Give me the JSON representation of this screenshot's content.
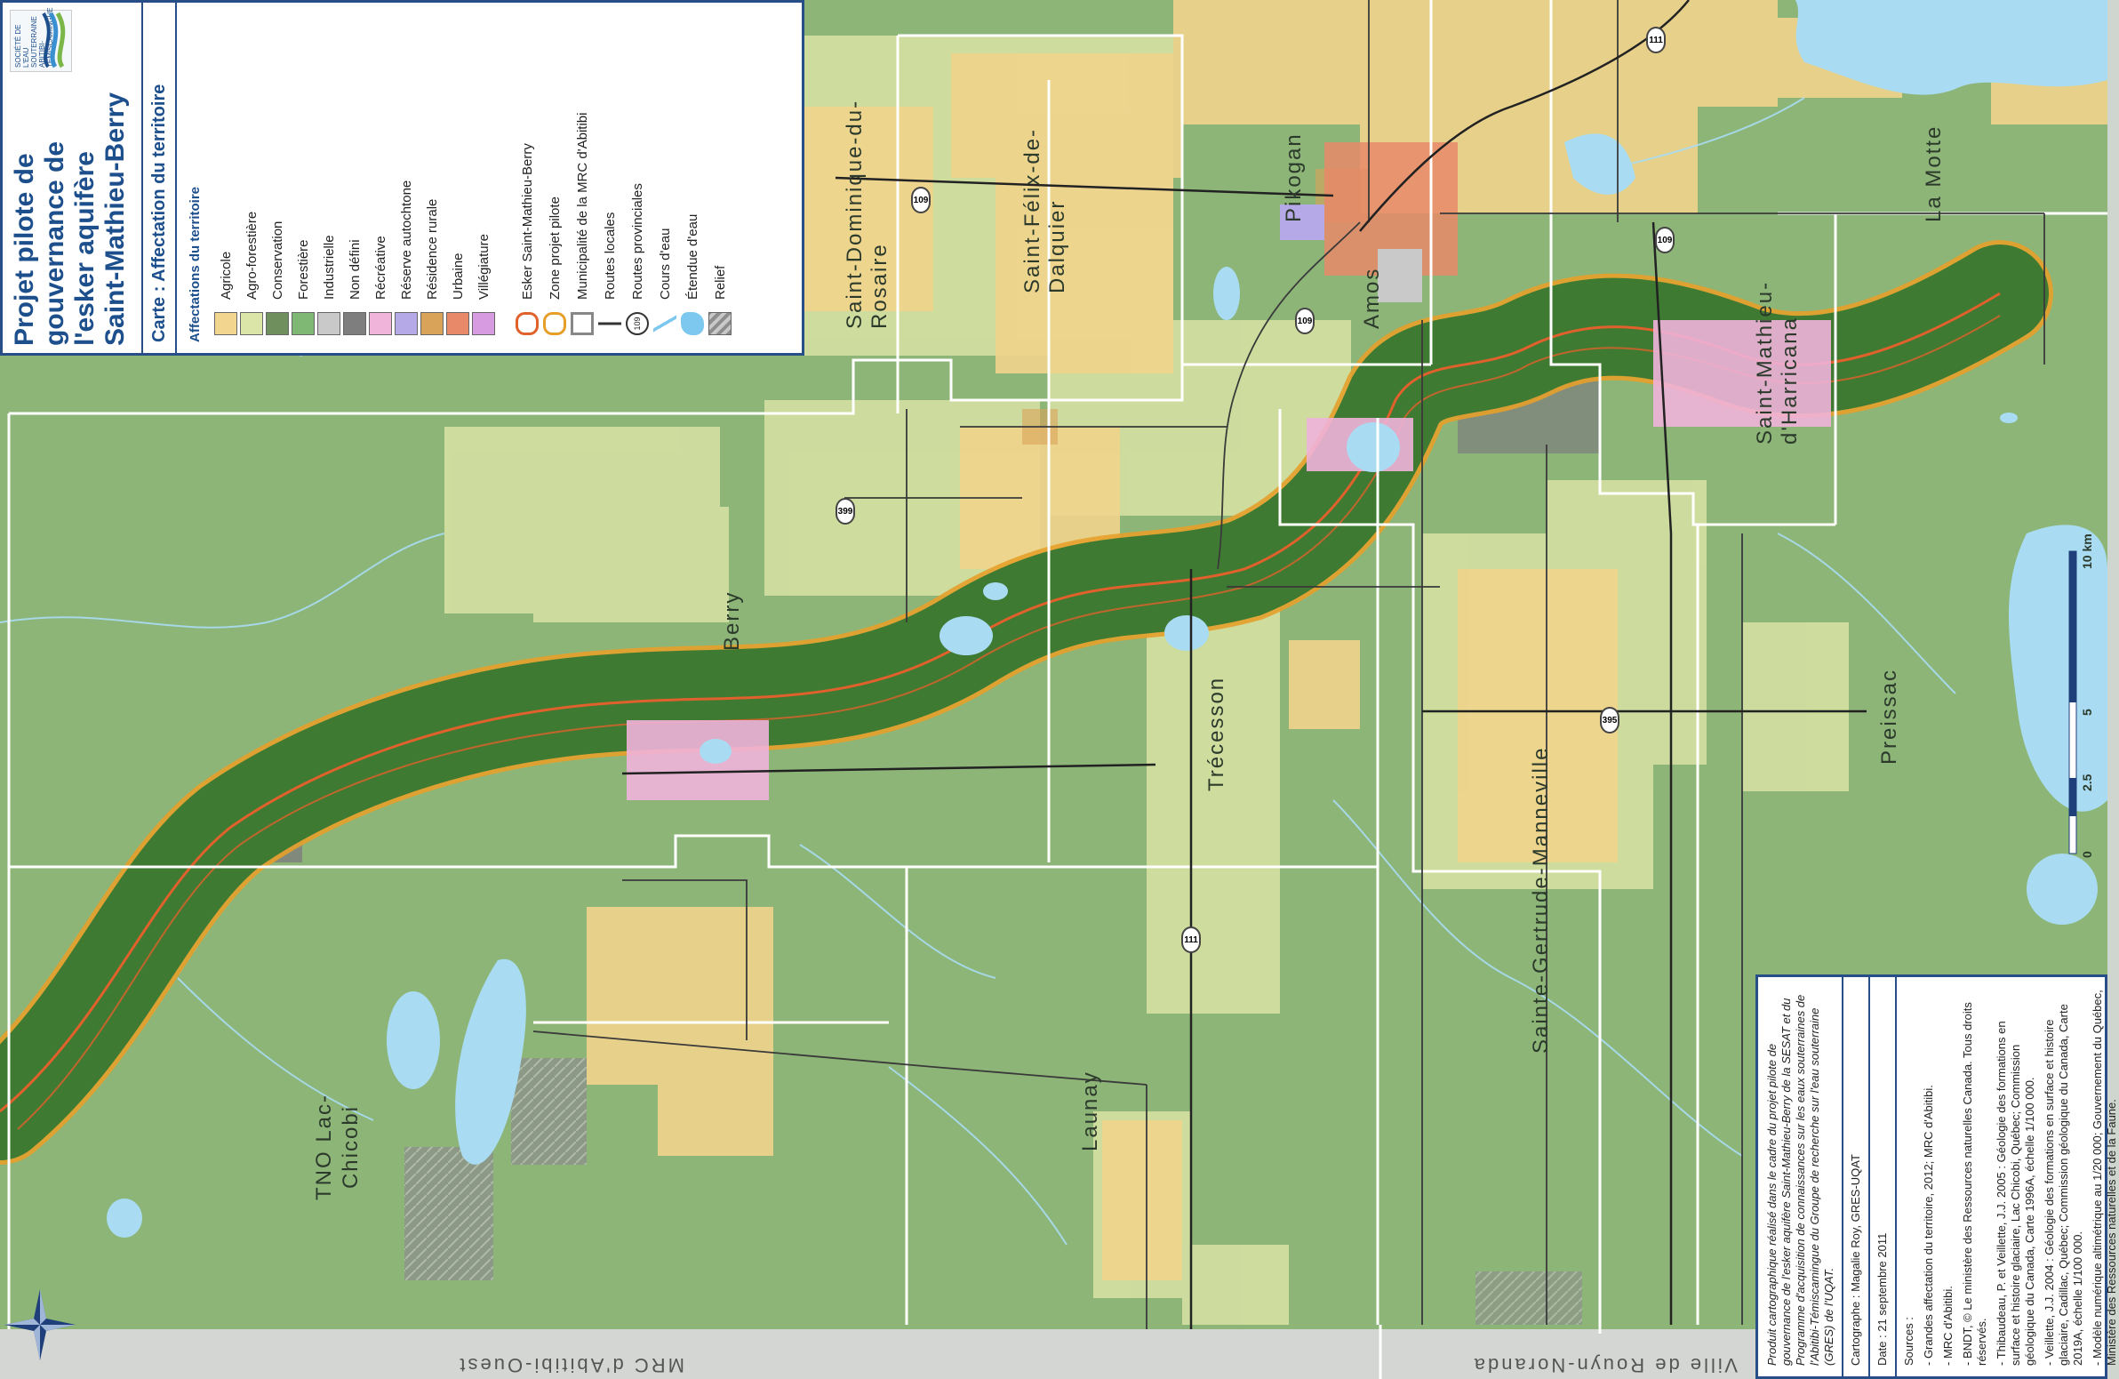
{
  "map": {
    "title": "Projet pilote de gouvernance de l'esker aquifère Saint-Mathieu-Berry",
    "subtitle": "Carte : Affectation du territoire",
    "logo_text": "SOCIÉTÉ DE L'EAU SOUTERRAINE ABITIBI-TÉMISCAMINGUE",
    "legend": {
      "section_title": "Affectations du territoire",
      "land_use": [
        {
          "label": "Agricole",
          "color": "#f2d58e"
        },
        {
          "label": "Agro-forestière",
          "color": "#dbe5a7"
        },
        {
          "label": "Conservation",
          "color": "#6f8f5c"
        },
        {
          "label": "Forestière",
          "color": "#7fb874"
        },
        {
          "label": "Industrielle",
          "color": "#c9c9c9"
        },
        {
          "label": "Non défini",
          "color": "#7e7e7e"
        },
        {
          "label": "Récréative",
          "color": "#f0b3d9"
        },
        {
          "label": "Réserve autochtone",
          "color": "#b6a9e8"
        },
        {
          "label": "Résidence rurale",
          "color": "#d9a35a"
        },
        {
          "label": "Urbaine",
          "color": "#e88969"
        },
        {
          "label": "Villégiature",
          "color": "#d69be0"
        }
      ],
      "features": [
        {
          "label": "Esker Saint-Mathieu-Berry",
          "symbol": "esker-outline"
        },
        {
          "label": "Zone projet pilote",
          "symbol": "zone-outline"
        },
        {
          "label": "Municipalité de la MRC d'Abitibi",
          "symbol": "municipality-outline"
        },
        {
          "label": "Routes locales",
          "symbol": "local-road-line"
        },
        {
          "label": "Routes provinciales",
          "symbol": "provincial-road-shield",
          "shield": "109"
        },
        {
          "label": "Cours d'eau",
          "symbol": "stream-line"
        },
        {
          "label": "Étendue d'eau",
          "symbol": "lake-fill"
        },
        {
          "label": "Relief",
          "symbol": "relief-fill"
        }
      ]
    },
    "place_names": [
      "Saint-Dominique-du-Rosaire",
      "Saint-Félix-de-Dalquier",
      "Pikogan",
      "Amos",
      "Saint-Mathieu-d'Harricana",
      "La Motte",
      "Berry",
      "Trécesson",
      "Sainte-Gertrude-Manneville",
      "Preissac",
      "TNO Lac-Chicobi",
      "Launay"
    ],
    "region_names": [
      "MRC d'Abitibi-Ouest",
      "Ville de Rouyn-Noranda"
    ],
    "route_numbers": [
      "111",
      "109",
      "109",
      "399",
      "395",
      "109",
      "111"
    ],
    "scale": {
      "labels": [
        "0",
        "2.5",
        "5",
        "10 km"
      ]
    },
    "colors": {
      "forest": "#8db578",
      "esker": "#3f7a32",
      "esker_outline": "#e6a02a",
      "water": "#a9dcf2",
      "border": "#274e86"
    },
    "sources": {
      "credit": "Produit cartographique réalisé dans le cadre du projet pilote de gouvernance de l'esker aquifère Saint-Mathieu-Berry de la SESAT et du Programme d'acquisition de connaissances sur les eaux souterraines de l'Abitibi-Témiscamingue du Groupe de recherche sur l'eau souterraine (GRES) de l'UQAT.",
      "cartography": "Cartographe : Magalie Roy, GRES-UQAT",
      "date": "Date : 21 septembre 2011",
      "title": "Sources :",
      "items": [
        "- Grandes affectation du territoire, 2012; MRC d'Abitibi.",
        "- MRC d'Abitibi.",
        "- BNDT, © Le ministère des Ressources naturelles Canada. Tous droits réservés.",
        "- Thibaudeau, P. et Veillette, J.J. 2005 : Géologie des formations en surface et histoire glaciaire, Lac Chicobi, Québec; Commission géologique du Canada, Carte 1996A, échelle 1/100 000.",
        "- Veillette, J.J. 2004 : Géologie des formations en surface et histoire glaciaire, Cadillac, Québec; Commission géologique du Canada, Carte 2019A, échelle 1/100 000.",
        "- Modèle numérique altimétrique au 1/20 000; Gouvernement du Québec, Ministère des Ressources naturelles et de la Faune."
      ]
    }
  }
}
